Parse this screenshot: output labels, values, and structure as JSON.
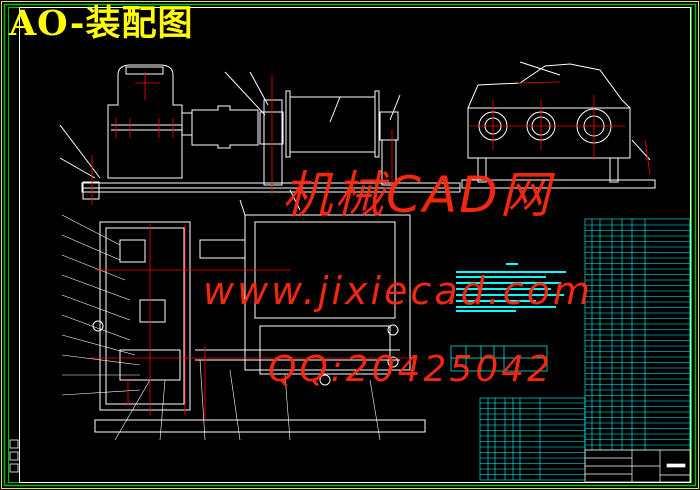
{
  "drawing": {
    "title": "AO-装配图",
    "colors": {
      "background": "#000000",
      "outline": "#ffffff",
      "centerline": "#ff0000",
      "table": "#00ffff",
      "title_text": "#ffff00",
      "border": "#00c000",
      "watermark": "#ff2a10"
    }
  },
  "watermark": {
    "line1": "机械CAD网",
    "line2": "www.jixiecad.com",
    "line3": "QQ:20425042"
  }
}
